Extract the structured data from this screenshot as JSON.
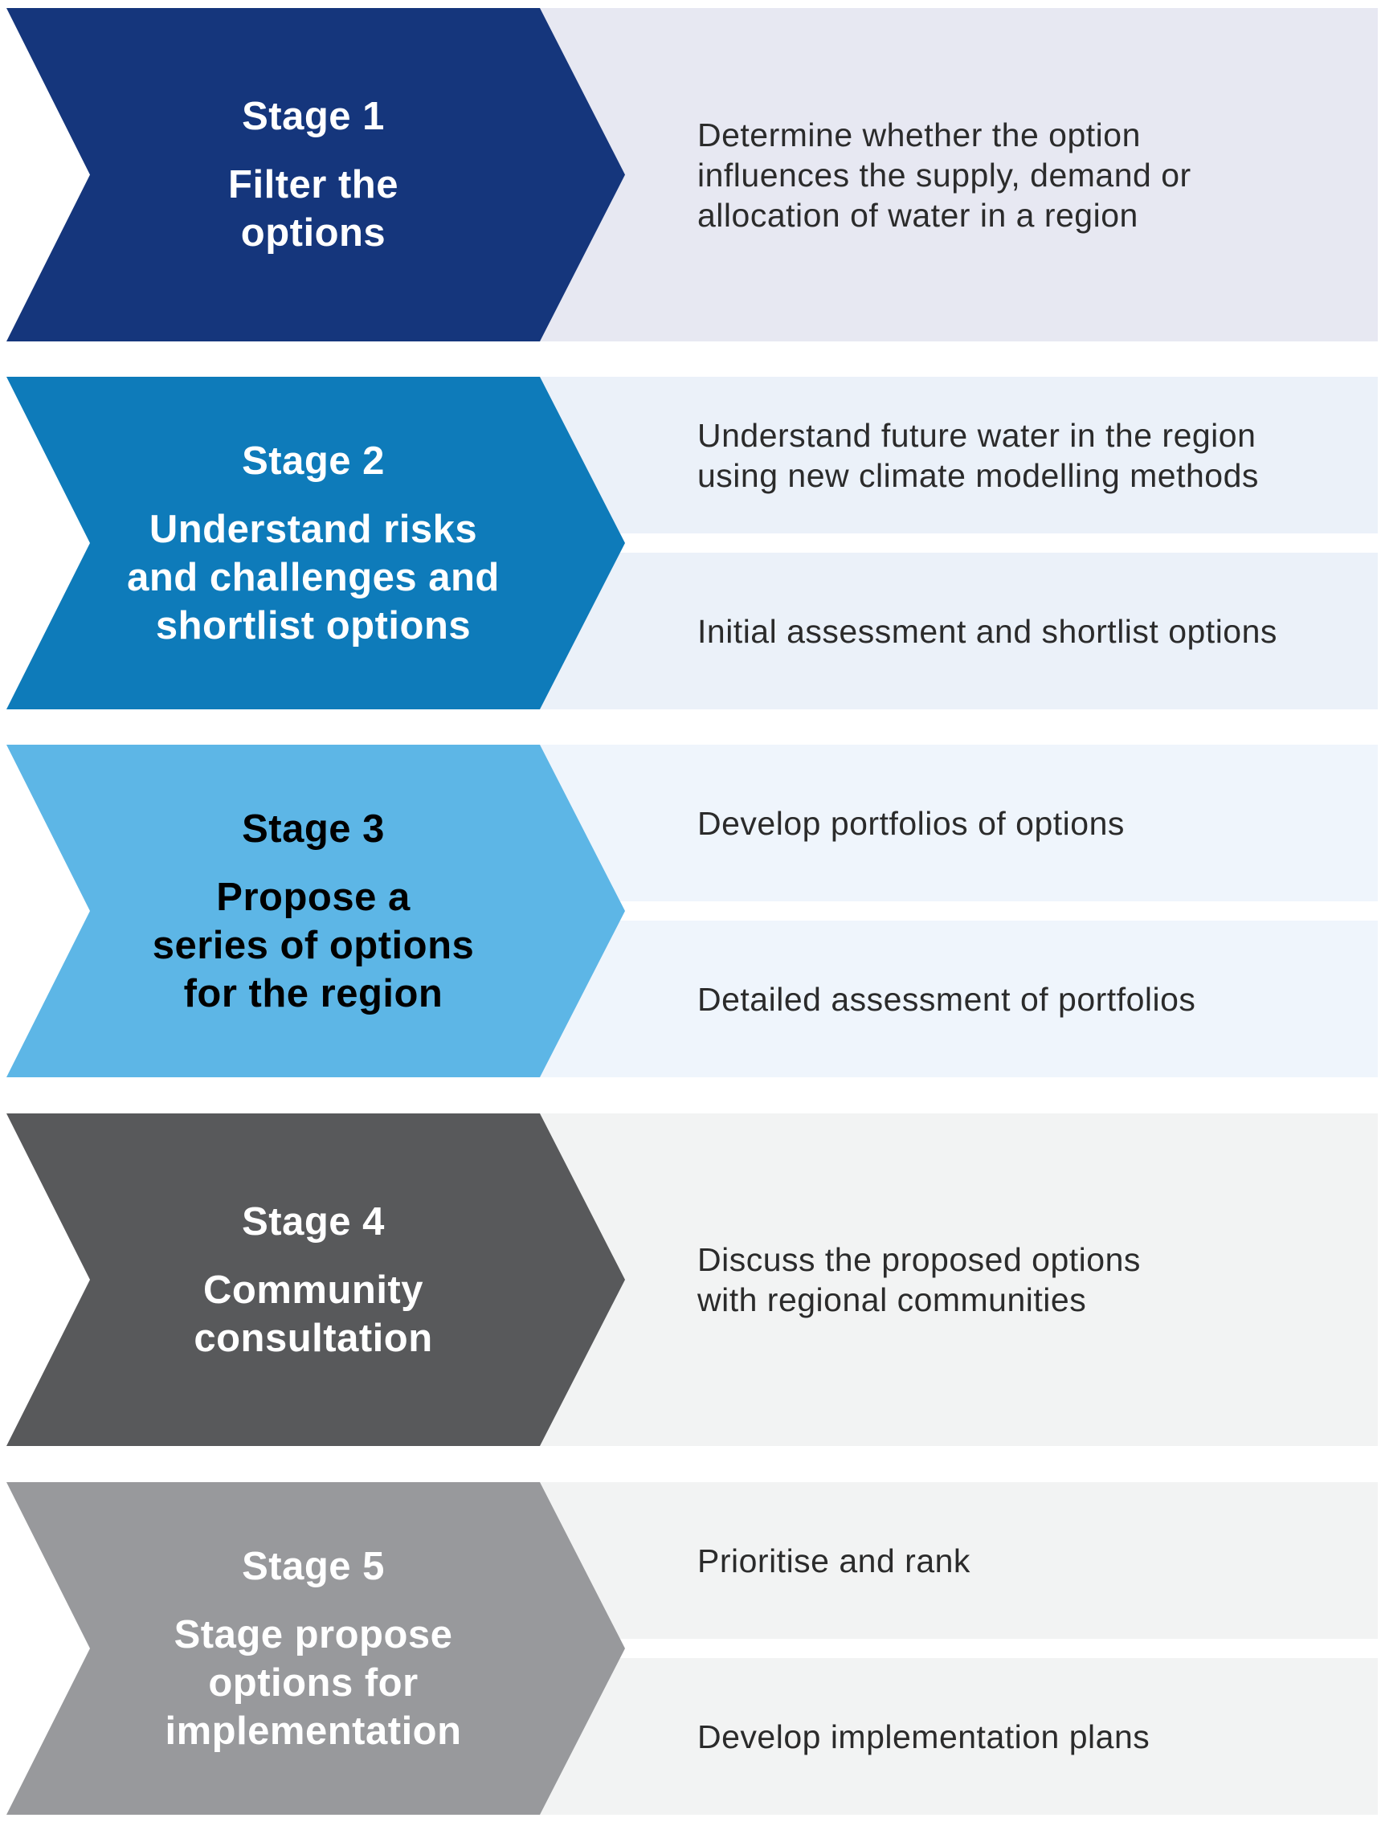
{
  "colors": {
    "stage1_chevron": "#15367c",
    "stage1_panel": "#e7e8f2",
    "stage2_chevron": "#0e7bba",
    "stage2_panel": "#ebf1f9",
    "stage3_chevron": "#5db6e6",
    "stage3_panel": "#eff5fc",
    "stage4_chevron": "#58595b",
    "stage4_panel": "#f2f3f3",
    "stage5_chevron": "#98999c",
    "stage5_panel": "#f2f3f3",
    "text_light": "#ffffff",
    "text_dark": "#000000",
    "task_text": "#2b2b2b"
  },
  "stages": [
    {
      "label": "Stage 1",
      "title": "Filter the\noptions",
      "tasks": [
        "Determine whether the option\ninfluences the supply, demand or\nallocation of water in a region"
      ]
    },
    {
      "label": "Stage 2",
      "title": "Understand risks\nand challenges and\nshortlist options",
      "tasks": [
        "Understand future water in the region\nusing new climate modelling methods",
        "Initial assessment and shortlist options"
      ]
    },
    {
      "label": "Stage 3",
      "title": "Propose a\nseries of options\nfor the region",
      "tasks": [
        "Develop portfolios of options",
        "Detailed assessment of portfolios"
      ]
    },
    {
      "label": "Stage 4",
      "title": "Community\nconsultation",
      "tasks": [
        "Discuss the proposed options\nwith regional communities"
      ]
    },
    {
      "label": "Stage 5",
      "title": "Stage propose\noptions for\nimplementation",
      "tasks": [
        "Prioritise and rank",
        "Develop implementation plans"
      ]
    }
  ]
}
